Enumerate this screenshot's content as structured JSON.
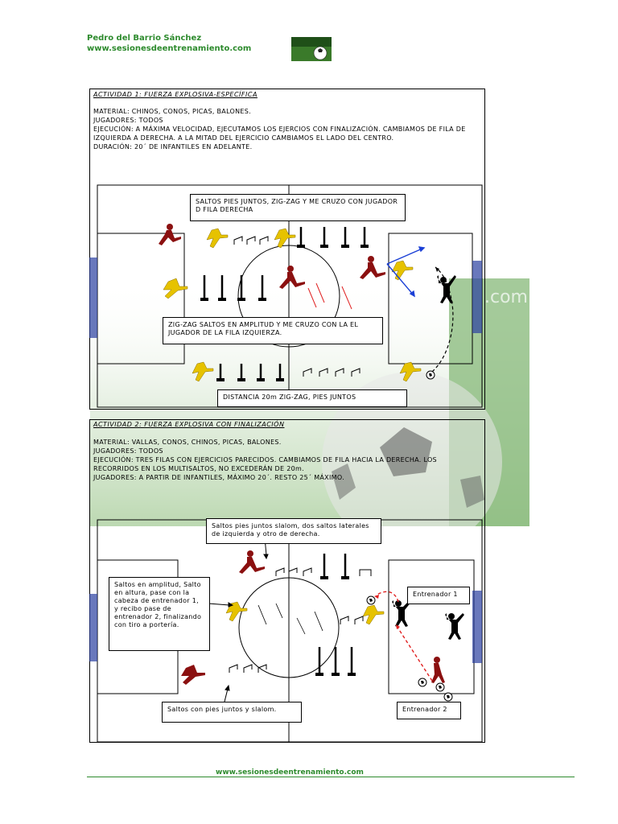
{
  "header": {
    "author": "Pedro del Barrio Sánchez",
    "site": "www.sesionesdeentrenamiento.com"
  },
  "activity1": {
    "title": "ACTIVIDAD 1: FUERZA EXPLOSIVA-ESPECÍFICA",
    "material": "MATERIAL: CHINOS, CONOS, PICAS, BALONES.",
    "players": "JUGADORES: TODOS",
    "execution": "EJECUCIÓN: A MÁXIMA VELOCIDAD, EJECUTAMOS LOS EJERCIOS CON FINALIZACIÓN. CAMBIAMOS DE FILA DE IZQUIERDA A DERECHA. A LA MITAD DEL EJERCICIO CAMBIAMOS EL LADO DEL CENTRO.",
    "duration": "DURACIÓN: 20´ DE INFANTILES EN ADELANTE.",
    "label_top": "SALTOS PIES JUNTOS, ZIG-ZAG Y ME CRUZO CON JUGADOR D FILA DERECHA",
    "label_mid": "ZIG-ZAG SALTOS EN AMPLITUD Y ME CRUZO CON LA EL JUGADOR DE LA FILA IZQUIERZA.",
    "label_bottom": "DISTANCIA 20m ZIG-ZAG, PIES JUNTOS"
  },
  "activity2": {
    "title": "ACTIVIDAD 2: FUERZA EXPLOSIVA CON FINALIZACIÓN",
    "material": "MATERIAL: VALLAS, CONOS, CHINOS, PICAS, BALONES.",
    "players": "JUGADORES: TODOS",
    "execution": "EJECUCIÓN: TRES FILAS CON EJERCICIOS PARECIDOS. CAMBIAMOS DE FILA HACIA LA DERECHA. LOS RECORRIDOS EN LOS MULTISALTOS, NO EXCEDERÁN DE 20m.",
    "duration": "JUGADORES: A PARTIR DE INFANTILES, MÁXIMO 20´. RESTO 25´ MÁXIMO.",
    "label_top": "Saltos pies juntos slalom, dos saltos laterales de izquierda y otro de derecha.",
    "label_left": "Saltos en amplitud, Salto en altura, pase con la cabeza de entrenador 1, y recibo pase de entrenador 2, finalizando con tiro a portería.",
    "label_coach1": "Entrenador 1",
    "label_bottom": "Saltos con pies juntos y slalom.",
    "label_coach2": "Entrenador 2"
  },
  "footer": {
    "site": "www.sesionesdeentrenamiento.com"
  },
  "colors": {
    "brand_green": "#2e8b2e",
    "player_red": "#8b1010",
    "player_yellow": "#e6c200",
    "arrow_blue": "#1a3fd6",
    "arrow_red": "#e02020",
    "goal_blue": "#2a3fa0"
  }
}
